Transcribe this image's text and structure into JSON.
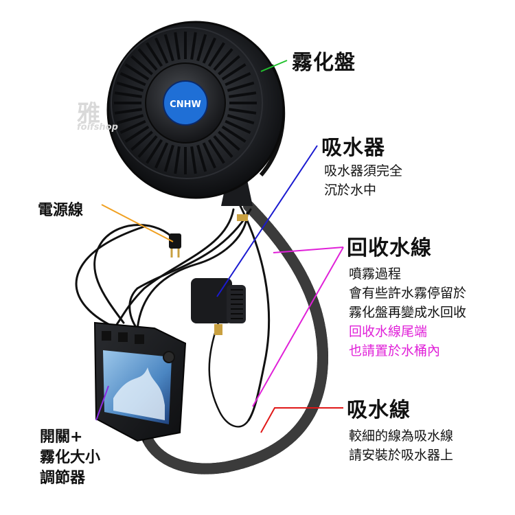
{
  "labels": {
    "atomizer": "霧化盤",
    "suction": "吸水器",
    "suction_note_1": "吸水器須完全",
    "suction_note_2": "沉於水中",
    "power": "電源線",
    "return": "回收水線",
    "return_note_1": "噴霧過程",
    "return_note_2": "會有些許水霧停留於",
    "return_note_3": "霧化盤再變成水回收",
    "return_note_4": "回收水線尾端",
    "return_note_5": "也請置於水桶內",
    "intake": "吸水線",
    "intake_note_1": "較細的線為吸水線",
    "intake_note_2": "請安裝於吸水器上",
    "switch_1": "開關+",
    "switch_2": "霧化大小",
    "switch_3": "調節器"
  },
  "product": {
    "brand_badge": "CNHW",
    "watermark_1": "雅",
    "watermark_2": "foifshop"
  },
  "colors": {
    "atomizer_line": "#22c22e",
    "suction_line": "#1a1ad0",
    "power_line": "#f0a020",
    "return_line": "#e020d8",
    "intake_line": "#e01818",
    "switch_line": "#8a2be2",
    "pink_text": "#e020d8"
  },
  "icons": [
    "atomizer-disc-icon",
    "suction-pump-icon",
    "controller-box-icon",
    "power-plug-icon"
  ]
}
